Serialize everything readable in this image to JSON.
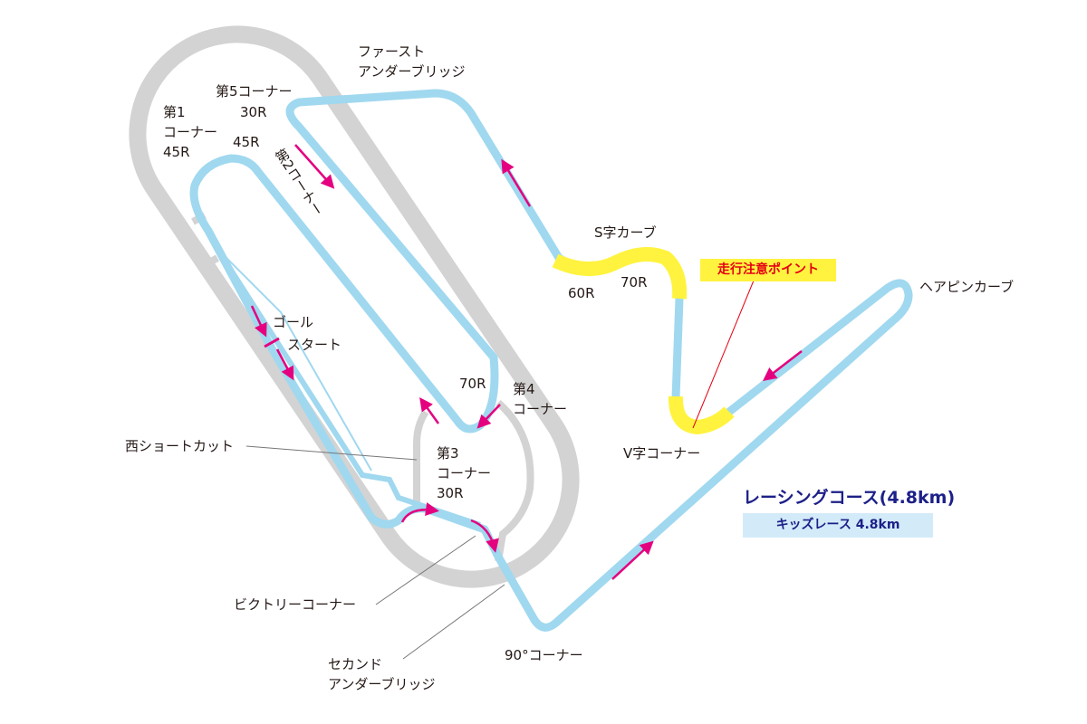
{
  "colors": {
    "outer_track": "#d3d3d3",
    "race_course": "#a0d8ef",
    "direction_arrow": "#e4007f",
    "caution_highlight": "#fff33f",
    "caution_text": "#e60012",
    "legend_title": "#1d2088",
    "legend_box": "#d3ebf9"
  },
  "labels": {
    "first_under_bridge": [
      "ファースト",
      "アンダーブリッジ"
    ],
    "corner5": "第5コーナー",
    "corner5_radius": "30R",
    "corner1": [
      "第1",
      "コーナー",
      "45R"
    ],
    "corner2_radius": "45R",
    "corner2": "第2コーナー",
    "s_curve": "S字カーブ",
    "s_curve_r1": "60R",
    "s_curve_r2": "70R",
    "caution_point": "走行注意ポイント",
    "hairpin": "ヘアピンカーブ",
    "goal": "ゴール",
    "start": "スタート",
    "corner4_radius": "70R",
    "corner4": [
      "第4",
      "コーナー"
    ],
    "v_corner": "V字コーナー",
    "west_shortcut": "西ショートカット",
    "corner3": [
      "第3",
      "コーナー",
      "30R"
    ],
    "victory_corner": "ビクトリーコーナー",
    "second_under_bridge": [
      "セカンド",
      "アンダーブリッジ"
    ],
    "corner90": "90°コーナー"
  },
  "legend": {
    "title": "レーシングコース(4.8km)",
    "kids": "キッズレース 4.8km"
  }
}
